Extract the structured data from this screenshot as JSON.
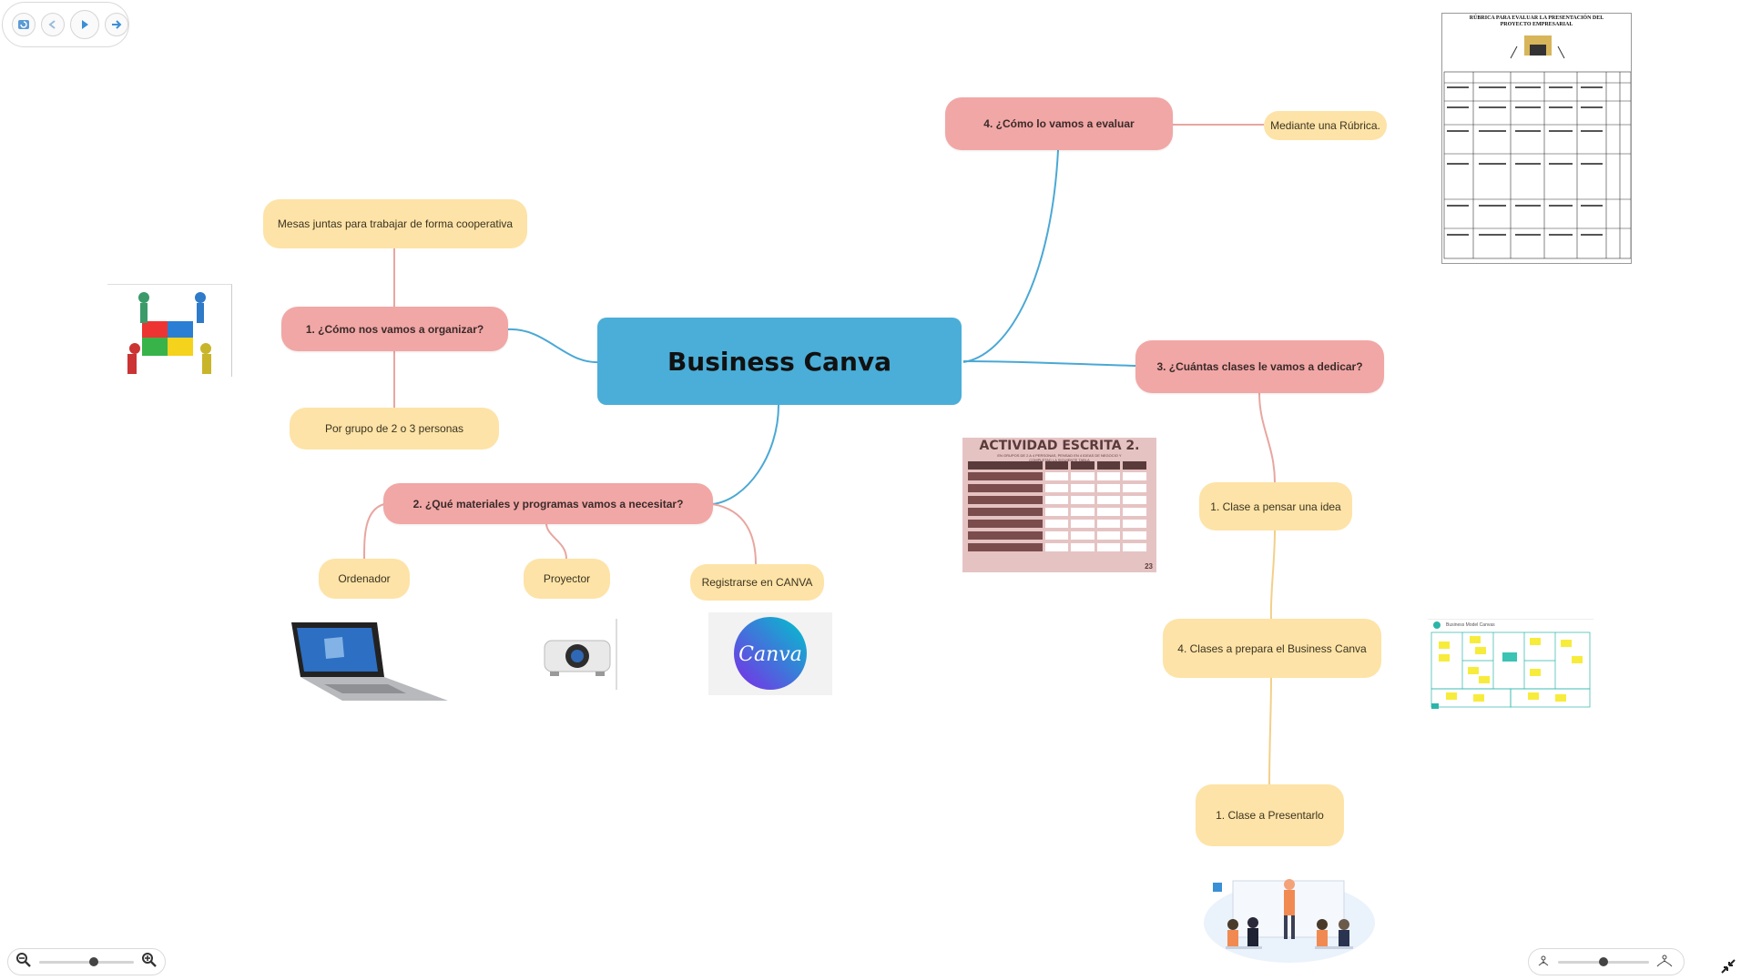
{
  "title": "Business Canva",
  "toolbar": {
    "icons": [
      "refresh-icon",
      "back-icon",
      "play-icon",
      "forward-icon"
    ]
  },
  "branches": {
    "organize": {
      "label": "1. ¿Cómo nos vamos a organizar?",
      "children": [
        "Mesas juntas para trabajar de forma cooperativa",
        "Por grupo de 2 o 3 personas"
      ]
    },
    "materials": {
      "label": "2. ¿Qué materiales y programas vamos a necesitar?",
      "children": [
        "Ordenador",
        "Proyector",
        "Registrarse en CANVA"
      ]
    },
    "classes": {
      "label": "3. ¿Cuántas clases le vamos a dedicar?",
      "children": [
        "1. Clase a pensar una idea",
        "4. Clases a prepara el Business Canva",
        "1. Clase a Presentarlo"
      ]
    },
    "evaluate": {
      "label": "4. ¿Cómo lo vamos a evaluar",
      "children": [
        "Mediante una Rúbrica."
      ]
    }
  },
  "images": {
    "canva_logo": "Canva",
    "activity_title": "ACTIVIDAD ESCRITA 2.",
    "activity_subtitle": "EN GRUPOS DE 2 A 4 PERSONAS, PENSAD EN 4 IDEAS DE NEGOCIO Y COMPLETAD LA SIGUIENTE TABLA",
    "activity_columns": [
      "IDEA 1",
      "IDEA 2",
      "IDEA 3",
      "IDEA 4"
    ],
    "activity_rows": [
      "¿ES ÚTIL PARA?",
      "¿ES UNA IDEA INNOVADORA?",
      "¿HABRÍA PERSONAS DISPUESTAS A PAGAR POR TU PRODUCTO/SERVICIO?",
      "¿ES VIABLE ECONÓMICAMENTE EL IMPACTO?",
      "¿SERÁ RENTABLE?",
      "¿RESUELVE ALGUNA NECESIDAD DEL MERCADO?",
      "¿TENDRÁ VENTAJAS FRENTE A SUS COMPETIDORES?"
    ],
    "activity_page": "23",
    "rubric_title": "RÚBRICA PARA EVALUAR LA PRESENTACIÓN DEL PROYECTO EMPRESARIAL",
    "bmc_title": "Business Model Canvas"
  },
  "colors": {
    "center": "#4aaed8",
    "sub": "#f1a7a5",
    "leaf": "#fde3a7",
    "link_blue": "#4aa8d4",
    "link_pink": "#e8a6a0",
    "link_yellow": "#f2d08a"
  },
  "zoom": {
    "left_level": 0.6,
    "right_level": 0.5
  }
}
